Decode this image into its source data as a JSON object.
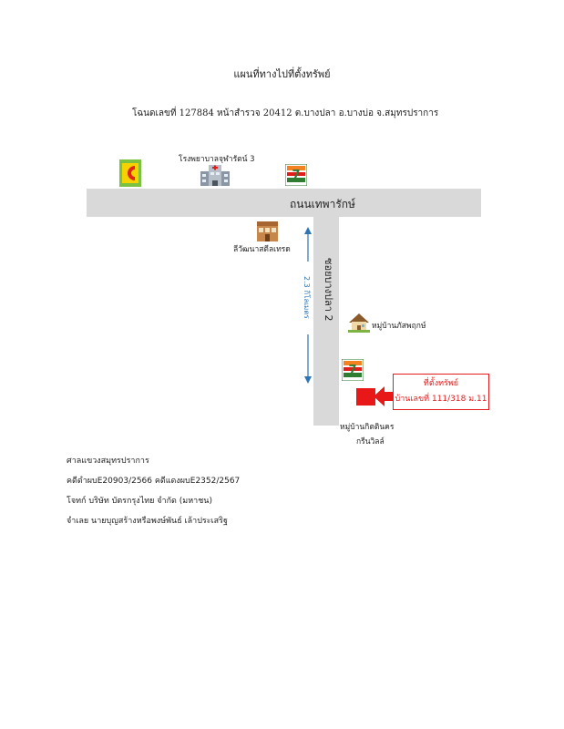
{
  "document": {
    "title": "แผนที่ทางไปที่ตั้งทรัพย์",
    "subtitle": "โฉนดเลขที่ 127884 หน้าสำรวจ 20412  ต.บางปลา อ.บางบ่อ จ.สมุทรปราการ"
  },
  "map": {
    "main_road": "ถนนเทพารักษ์",
    "side_road": "ซอยบางปลา 2",
    "distance": "2.3 กิโลเมตร",
    "landmarks": {
      "hospital": "โรงพยาบาลจุฬารัตน์ 3",
      "shop": "ลีวัฒนาสตีลเทรด",
      "village_1": "หมู่บ้านภัสพฤกษ์",
      "village_2_line1": "หมู่บ้านกิตตินคร",
      "village_2_line2": "กรีนวิลล์"
    },
    "property": {
      "label": "ที่ตั้งทรัพย์",
      "address": "บ้านเลขที่ 111/318 ม.11"
    },
    "colors": {
      "road": "#d9d9d9",
      "property": "#e81818",
      "distance_arrow": "#2e75b6"
    }
  },
  "case_info": {
    "court": "ศาลแขวงสมุทรปราการ",
    "case_numbers": "คดีดำผบE20903/2566   คดีแดงผบE2352/2567",
    "plaintiff": "โจทก์ บริษัท บัตรกรุงไทย จำกัด (มหาชน)",
    "defendant": "จำเลย นายบุญสร้างหรือพงษ์พันธ์ เล้าประเสริฐ"
  }
}
